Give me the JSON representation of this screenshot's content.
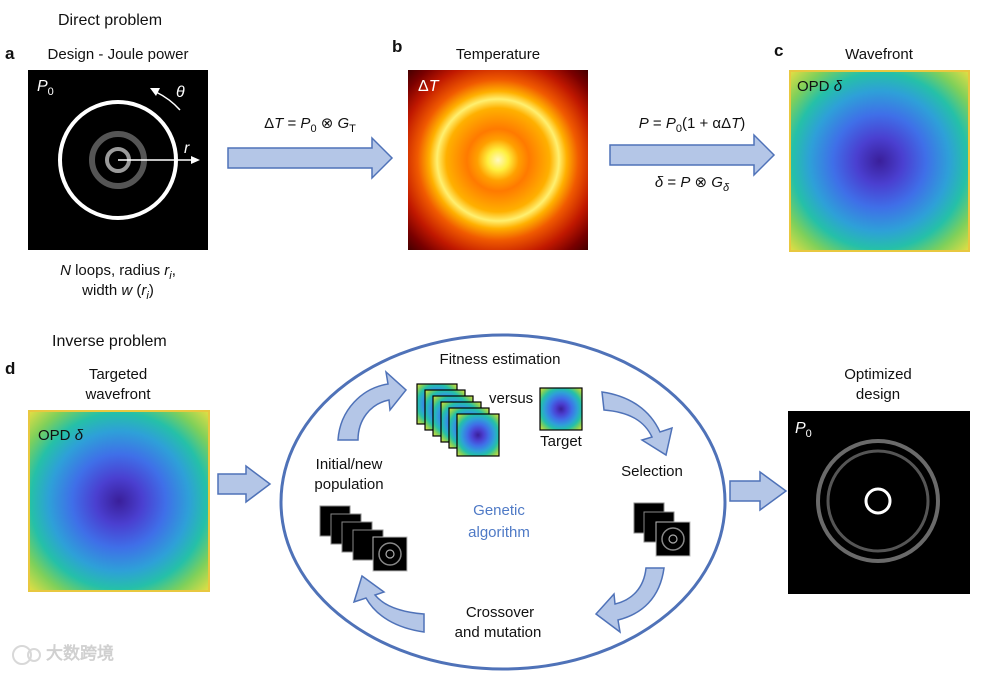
{
  "sections": {
    "direct": "Direct problem",
    "inverse": "Inverse problem"
  },
  "panels": {
    "a": {
      "letter": "a",
      "title": "Design - Joule power",
      "tag": "P",
      "tag_sub": "0",
      "theta": "θ",
      "r": "r",
      "caption_line1_a": "N",
      "caption_line1_b": " loops, radius ",
      "caption_line1_c": "r",
      "caption_line1_d": "i",
      "caption_line1_e": ",",
      "caption_line2_a": "width ",
      "caption_line2_b": "w",
      "caption_line2_c": " (",
      "caption_line2_d": "r",
      "caption_line2_e": "i",
      "caption_line2_f": ")"
    },
    "b": {
      "letter": "b",
      "title": "Temperature",
      "tag": "Δ",
      "tag_var": "T"
    },
    "c": {
      "letter": "c",
      "title": "Wavefront",
      "tag": "OPD ",
      "tag_var": "δ"
    },
    "d": {
      "letter": "d",
      "left_title_line1": "Targeted",
      "left_title_line2": "wavefront",
      "left_tag": "OPD ",
      "left_tag_var": "δ",
      "right_title_line1": "Optimized",
      "right_title_line2": "design",
      "right_tag": "P",
      "right_tag_sub": "0"
    }
  },
  "equations": {
    "eq1": {
      "a": "Δ",
      "b": "T",
      "c": " = ",
      "d": "P",
      "e": "0",
      "f": " ⊗ ",
      "g": "G",
      "h": "T"
    },
    "eq2": {
      "a": "P",
      "b": " = ",
      "c": "P",
      "d": "0",
      "e": "(1 + αΔ",
      "f": "T",
      "g": ")"
    },
    "eq3": {
      "a": "δ",
      "b": " = ",
      "c": "P",
      "d": " ⊗ ",
      "e": "G",
      "f": "δ"
    }
  },
  "cycle": {
    "fitness": "Fitness estimation",
    "versus": "versus",
    "target": "Target",
    "selection": "Selection",
    "population_line1": "Initial/new",
    "population_line2": "population",
    "ga_line1": "Genetic",
    "ga_line2": "algorithm",
    "crossover_line1": "Crossover",
    "crossover_line2": "and mutation"
  },
  "watermark": "大数跨境",
  "colors": {
    "arrow_fill": "#b4c6e7",
    "arrow_stroke": "#4f72b8",
    "ellipse": "#4f72b8",
    "frame": "#e8c840",
    "ga_text": "#4f7ac6"
  }
}
